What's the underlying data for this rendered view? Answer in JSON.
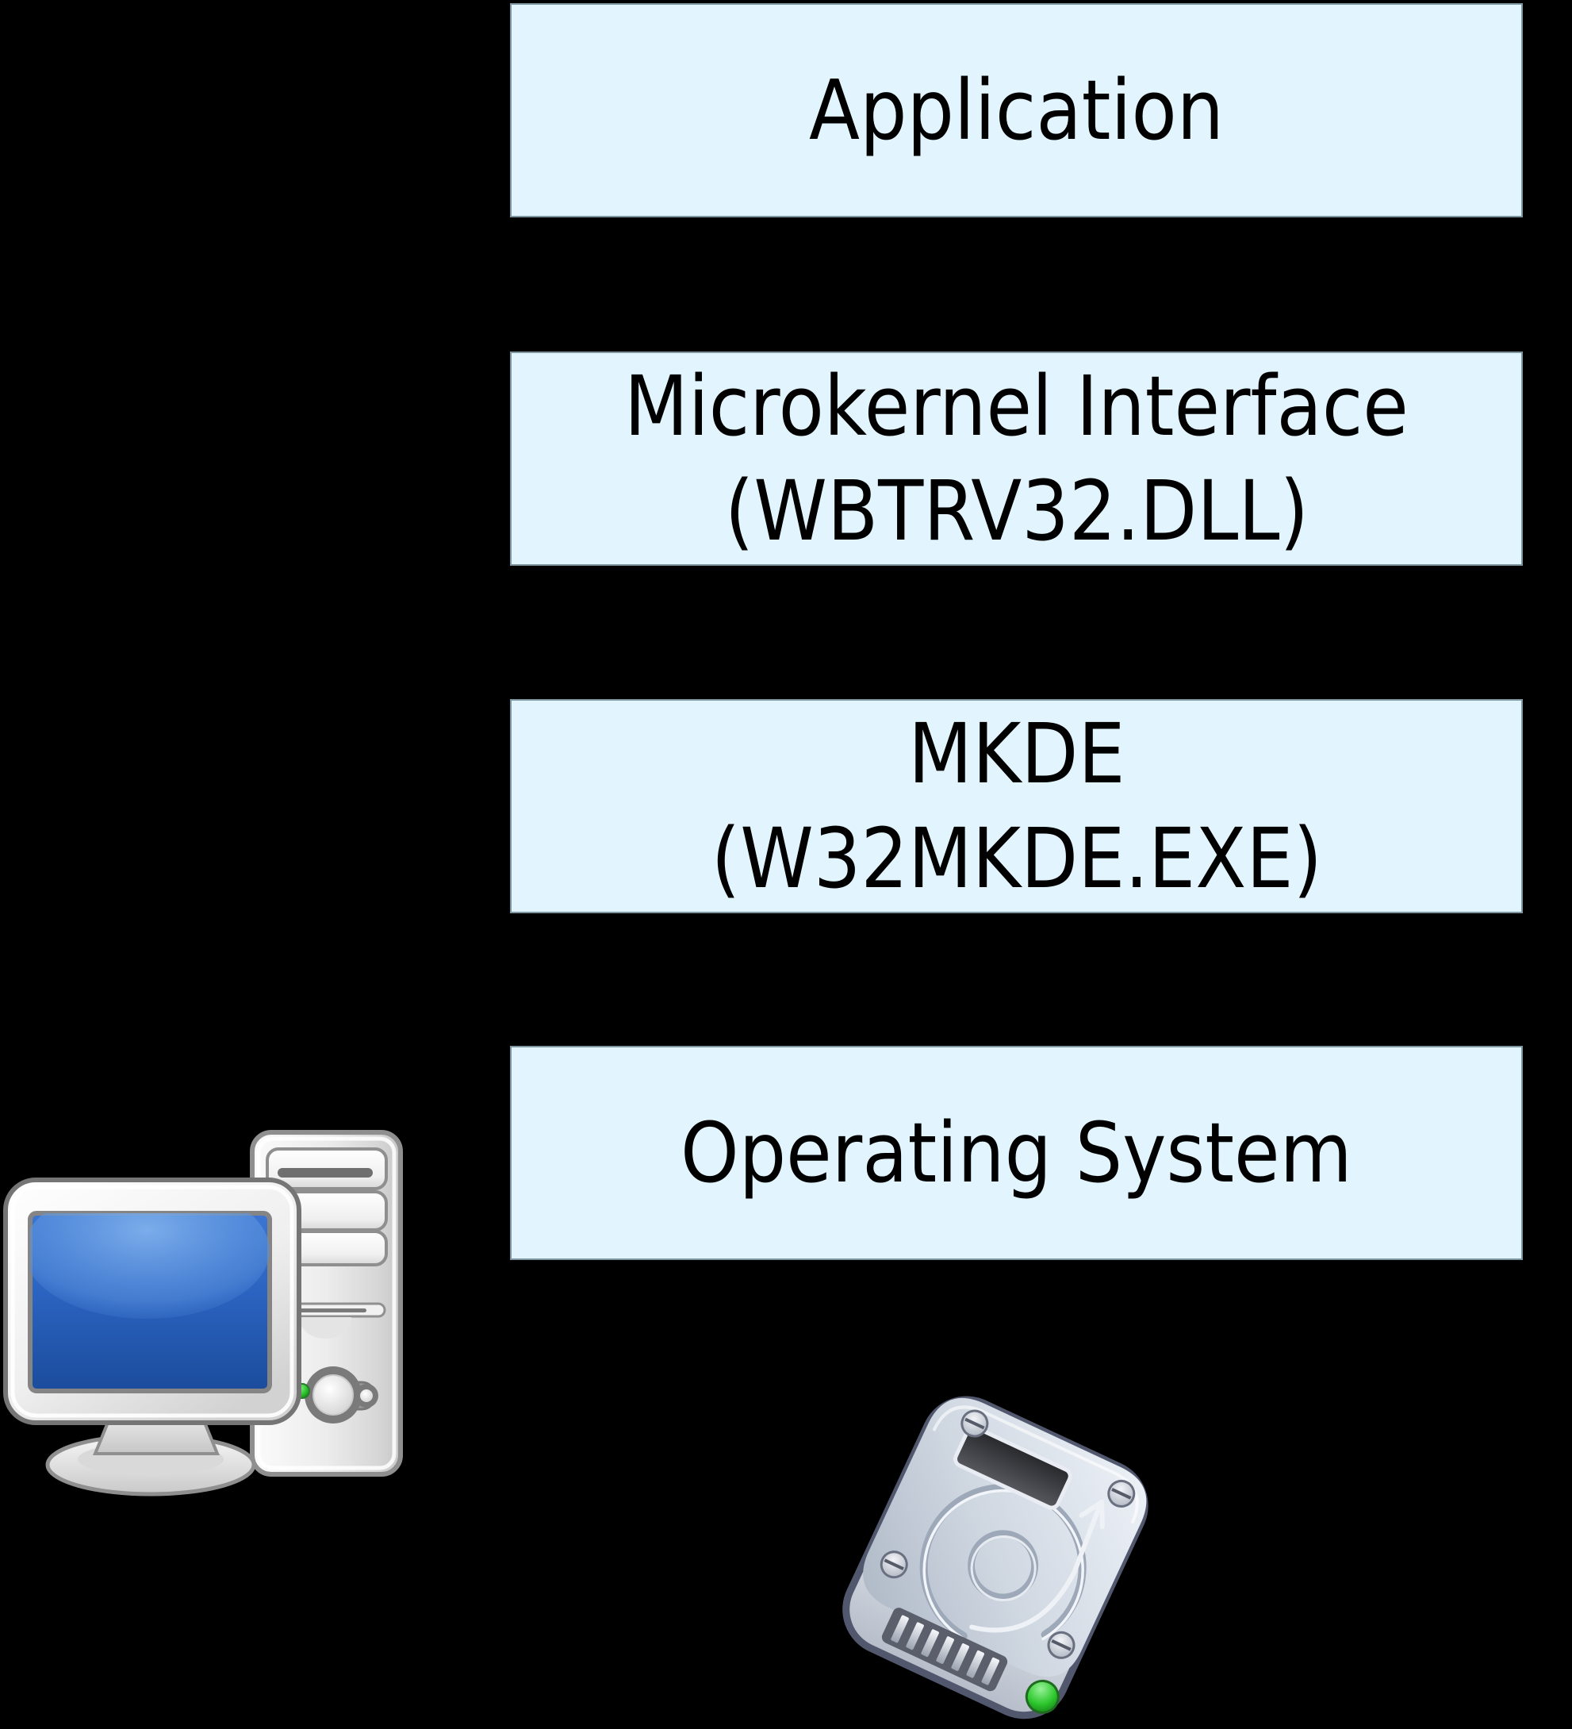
{
  "colors": {
    "background": "#000000",
    "box-fill": "#e2f4fd",
    "box-border": "#7d96a0",
    "text": "#000000",
    "screen-blue": "#2f6bc4",
    "led-green": "#2fc82f",
    "disk-shell": "#c3ccd9"
  },
  "boxes": {
    "application": {
      "line1": "Application"
    },
    "microkernel": {
      "line1": "Microkernel Interface",
      "line2": "(WBTRV32.DLL)"
    },
    "mkde": {
      "line1": "MKDE",
      "line2": "(W32MKDE.EXE)"
    },
    "os": {
      "line1": "Operating System"
    }
  },
  "icons": {
    "computer": "computer-icon",
    "hard_disk": "hard-disk-icon"
  }
}
